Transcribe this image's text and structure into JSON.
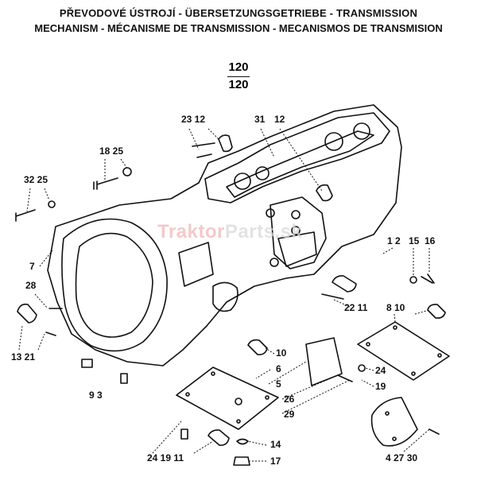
{
  "title": {
    "line1": "PŘEVODOVÉ ÚSTROJÍ - ÜBERSETZUNGSGETRIEBE - TRANSMISSION",
    "line2": "MECHANISM - MÉCANISME DE TRANSMISSION - MECANISMOS DE TRANSMISION"
  },
  "page": {
    "numerator": "120",
    "denominator": "120"
  },
  "watermark": {
    "part1": "Traktor",
    "part2": "Parts.sk"
  },
  "labels": [
    {
      "text": "23 12"
    },
    {
      "text": "31"
    },
    {
      "text": "12"
    },
    {
      "text": "18 25"
    },
    {
      "text": "32 25"
    },
    {
      "text": "7"
    },
    {
      "text": "28"
    },
    {
      "text": "13 21"
    },
    {
      "text": "9 3"
    },
    {
      "text": "1 2"
    },
    {
      "text": "15"
    },
    {
      "text": "16"
    },
    {
      "text": "22 11"
    },
    {
      "text": "8 10"
    },
    {
      "text": "10"
    },
    {
      "text": "6"
    },
    {
      "text": "5"
    },
    {
      "text": "26"
    },
    {
      "text": "29"
    },
    {
      "text": "24"
    },
    {
      "text": "19"
    },
    {
      "text": "14"
    },
    {
      "text": "17"
    },
    {
      "text": "24 19 11"
    },
    {
      "text": "4 27 30"
    }
  ]
}
